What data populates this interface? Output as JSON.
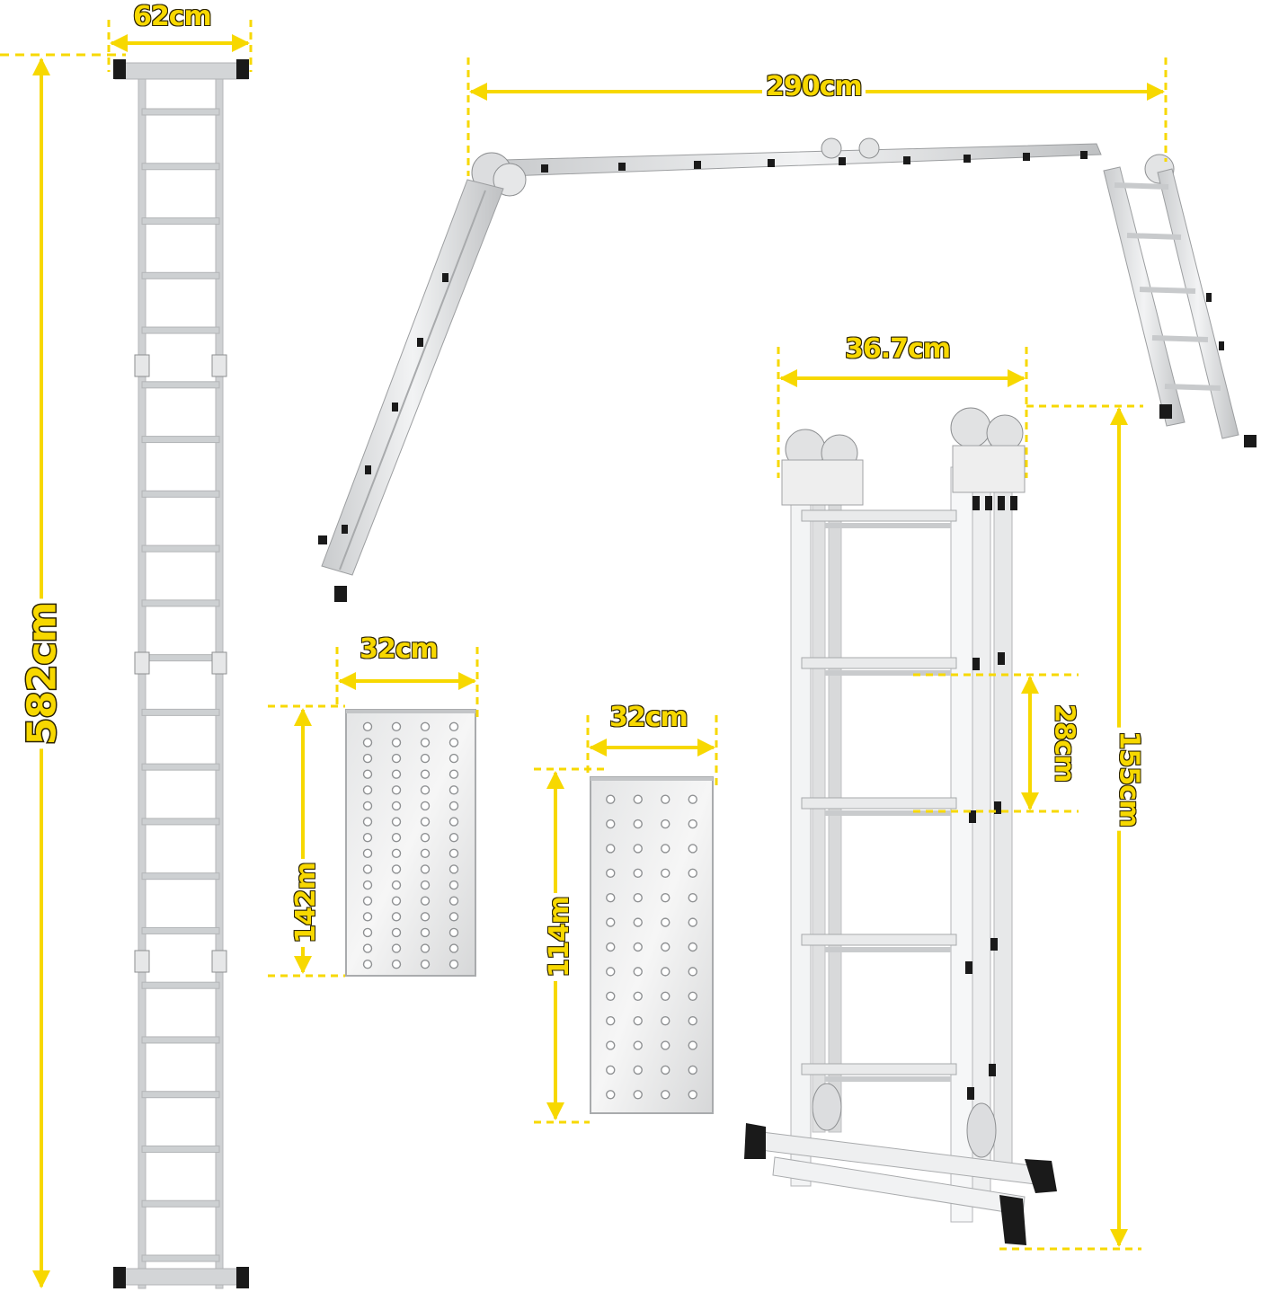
{
  "figure": {
    "subject": "multi-purpose folding aluminium ladder with platforms",
    "accent_color": "#f7d800",
    "outline_color": "#2b2300",
    "ladder_color": "#d9dbdd",
    "foot_color": "#1a1a1a"
  },
  "straight_ladder": {
    "width_label": "62cm",
    "height_label": "582cm",
    "rung_count": 22
  },
  "arch_ladder": {
    "span_label": "290cm"
  },
  "platform_large": {
    "width_label": "32cm",
    "length_label": "142m",
    "hole_columns": 4,
    "hole_rows": 16
  },
  "platform_small": {
    "width_label": "32cm",
    "length_label": "114m",
    "hole_columns": 4,
    "hole_rows": 13
  },
  "folded_ladder": {
    "width_label": "36.7cm",
    "rung_spacing_label": "28cm",
    "height_label": "155cm",
    "rung_count": 5
  }
}
